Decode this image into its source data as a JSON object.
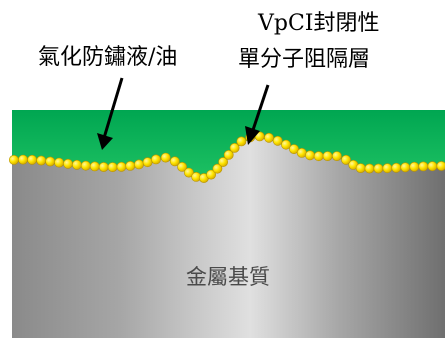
{
  "labels": {
    "oil": "氣化防鏽液/油",
    "vpci_line1": "VpCI封閉性",
    "vpci_line2": "單分子阻隔層",
    "substrate": "金屬基質"
  },
  "colors": {
    "oil_layer_top": "#00a651",
    "oil_layer_bottom": "#1ec964",
    "metal_light": "#d9d9d9",
    "metal_dark": "#7f7f7f",
    "molecule_fill": "#ffe600",
    "molecule_edge": "#c9a800",
    "arrow": "#000000"
  }
}
